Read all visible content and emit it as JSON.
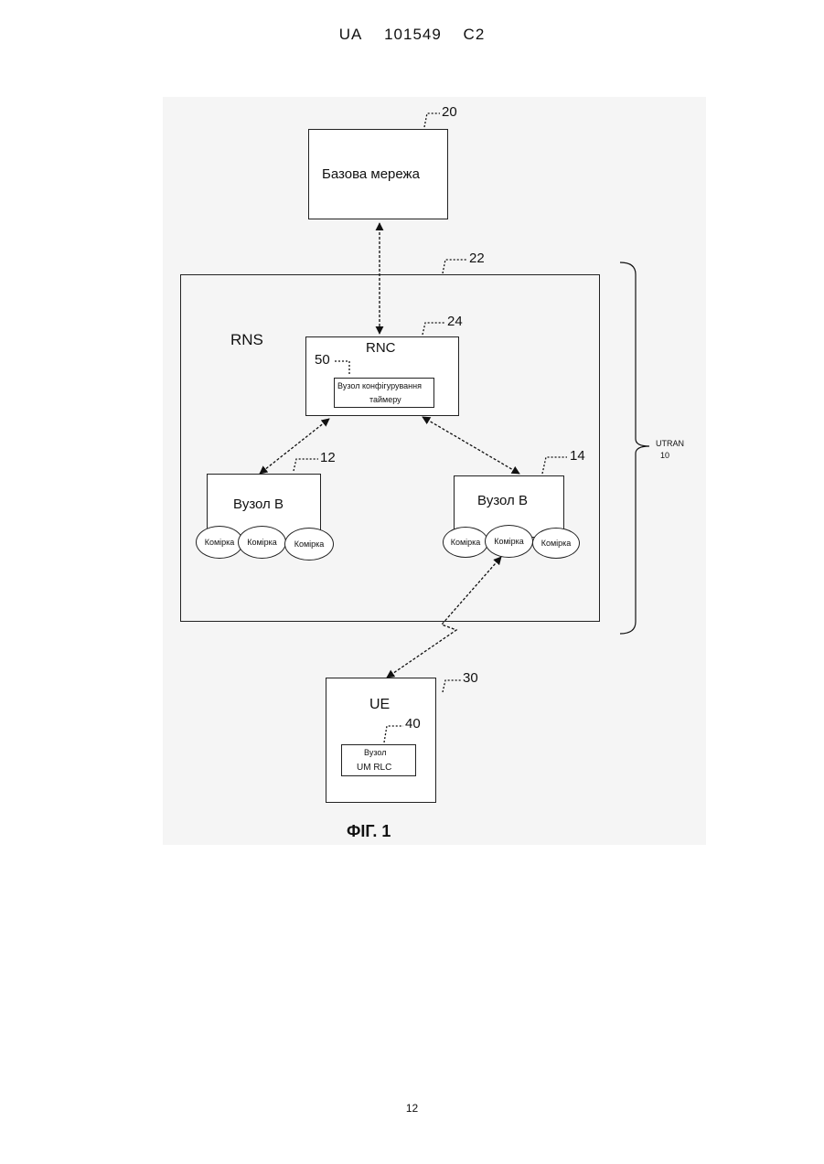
{
  "header": {
    "country": "UA",
    "number": "101549",
    "kind": "C2"
  },
  "diagram": {
    "core_network": {
      "label": "Базова мережа",
      "ref": "20"
    },
    "rns": {
      "label": "RNS",
      "ref": "22"
    },
    "rnc": {
      "label": "RNC",
      "ref": "24"
    },
    "timer_node": {
      "label_line1": "Вузол конфігурування",
      "label_line2": "таймеру",
      "ref": "50"
    },
    "node_b_left": {
      "label": "Вузол В",
      "ref": "12",
      "cells": [
        "Комірка",
        "Комірка",
        "Комірка"
      ]
    },
    "node_b_right": {
      "label": "Вузол В",
      "ref": "14",
      "cells": [
        "Комірка",
        "Комірка",
        "Комірка"
      ]
    },
    "utran": {
      "label_line1": "UTRAN",
      "label_line2": "10"
    },
    "ue": {
      "label": "UE",
      "ref": "30"
    },
    "um_rlc": {
      "label_line1": "Вузол",
      "label_line2": "UM RLC",
      "ref": "40"
    },
    "caption": "ФІГ. 1"
  },
  "page_number": "12"
}
